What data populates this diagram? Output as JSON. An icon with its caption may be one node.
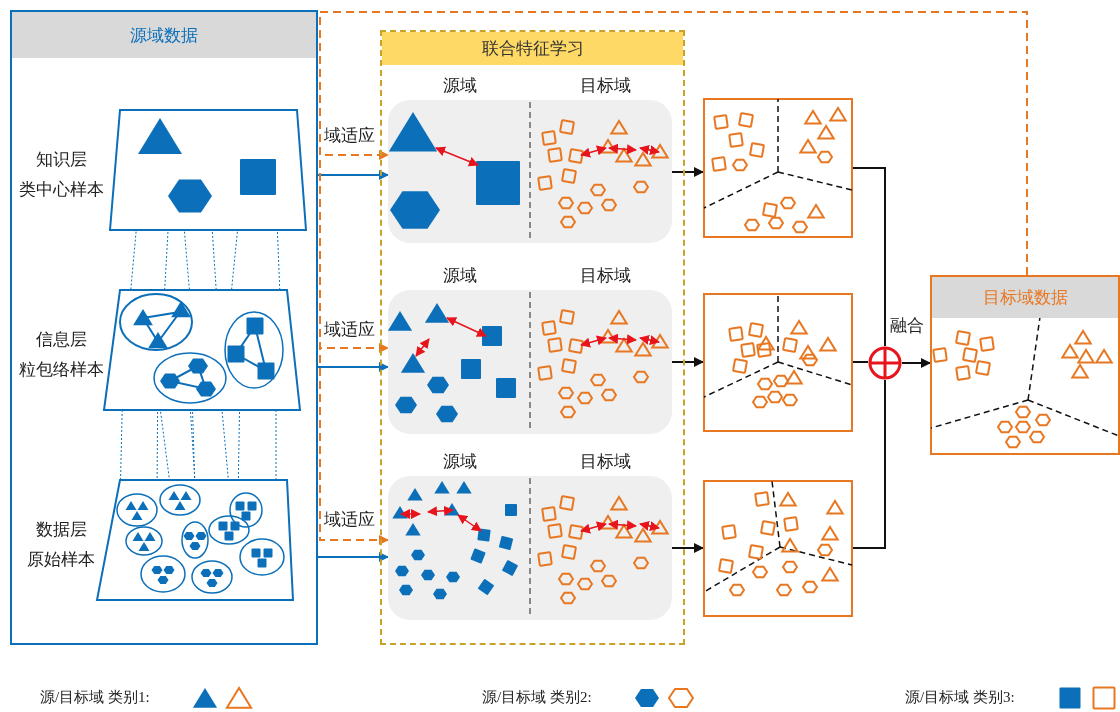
{
  "diagram": {
    "nodes": [
      {
        "text": [
          "源域数据"
        ]
      },
      {
        "text": [
          "知识层",
          "类中心样本"
        ],
        "in": 0
      },
      {
        "text": [
          "信息层",
          "粒包络样本"
        ],
        "in": 0
      },
      {
        "text": [
          "数据层",
          "原始样本"
        ],
        "in": 0
      },
      {
        "text": [
          "联合特征学习"
        ]
      },
      {
        "text": [
          "源域",
          "目标域"
        ],
        "in": 4
      },
      {
        "text": [
          "源域",
          "目标域"
        ],
        "in": 4
      },
      {
        "text": [
          "源域",
          "目标域"
        ],
        "in": 4
      },
      {
        "text": [],
        "shape": "box"
      },
      {
        "text": [],
        "shape": "box"
      },
      {
        "text": [],
        "shape": "box"
      },
      {
        "text": [],
        "shape": "circle",
        "beside": [
          "融合"
        ]
      },
      {
        "text": [
          "目标域数据"
        ]
      }
    ],
    "edges": [
      {
        "from": 0,
        "to": 5,
        "arrow": "to",
        "color": "#0b6fba"
      },
      {
        "from": 0,
        "to": 6,
        "arrow": "to",
        "color": "#0b6fba"
      },
      {
        "from": 0,
        "to": 7,
        "arrow": "to",
        "color": "#0b6fba"
      },
      {
        "from": 12,
        "to": 5,
        "arrow": "to",
        "label": "域适应",
        "style": "dashed",
        "color": "#e87722"
      },
      {
        "from": 12,
        "to": 6,
        "arrow": "to",
        "label": "域适应",
        "style": "dashed",
        "color": "#e87722"
      },
      {
        "from": 12,
        "to": 7,
        "arrow": "to",
        "label": "域适应",
        "style": "dashed",
        "color": "#e87722"
      },
      {
        "from": 5,
        "to": 8,
        "arrow": "to",
        "color": "#111111"
      },
      {
        "from": 6,
        "to": 9,
        "arrow": "to",
        "color": "#111111"
      },
      {
        "from": 7,
        "to": 10,
        "arrow": "to",
        "color": "#111111"
      },
      {
        "from": 8,
        "to": 11,
        "arrow": "none",
        "color": "#111111"
      },
      {
        "from": 9,
        "to": 11,
        "arrow": "none",
        "color": "#111111"
      },
      {
        "from": 10,
        "to": 11,
        "arrow": "none",
        "color": "#111111"
      },
      {
        "from": 11,
        "to": 12,
        "arrow": "to",
        "color": "#111111"
      },
      {
        "from": 1,
        "to": 2,
        "arrow": "none",
        "style": "dashed",
        "color": "#0b6fba"
      },
      {
        "from": 1,
        "to": 2,
        "arrow": "none",
        "style": "dashed",
        "color": "#0b6fba"
      },
      {
        "from": 1,
        "to": 2,
        "arrow": "none",
        "style": "dashed",
        "color": "#0b6fba"
      },
      {
        "from": 1,
        "to": 2,
        "arrow": "none",
        "style": "dashed",
        "color": "#0b6fba"
      },
      {
        "from": 1,
        "to": 2,
        "arrow": "none",
        "style": "dashed",
        "color": "#0b6fba"
      },
      {
        "from": 1,
        "to": 2,
        "arrow": "none",
        "style": "dashed",
        "color": "#0b6fba"
      },
      {
        "from": 2,
        "to": 3,
        "arrow": "none",
        "style": "dashed",
        "color": "#0b6fba"
      },
      {
        "from": 2,
        "to": 3,
        "arrow": "none",
        "style": "dashed",
        "color": "#0b6fba"
      },
      {
        "from": 2,
        "to": 3,
        "arrow": "none",
        "style": "dashed",
        "color": "#0b6fba"
      },
      {
        "from": 2,
        "to": 3,
        "arrow": "none",
        "style": "dashed",
        "color": "#0b6fba"
      },
      {
        "from": 2,
        "to": 3,
        "arrow": "none",
        "style": "dashed",
        "color": "#0b6fba"
      },
      {
        "from": 2,
        "to": 3,
        "arrow": "none",
        "style": "dashed",
        "color": "#0b6fba"
      },
      {
        "from": 2,
        "to": 3,
        "arrow": "none",
        "style": "dashed",
        "color": "#0b6fba"
      },
      {
        "from": 2,
        "to": 3,
        "arrow": "none",
        "style": "dashed",
        "color": "#0b6fba"
      }
    ],
    "legend": [
      {
        "text": "源/目标域 类别1:"
      },
      {
        "text": "源/目标域 类别2:"
      },
      {
        "text": "源/目标域 类别3:"
      }
    ]
  }
}
